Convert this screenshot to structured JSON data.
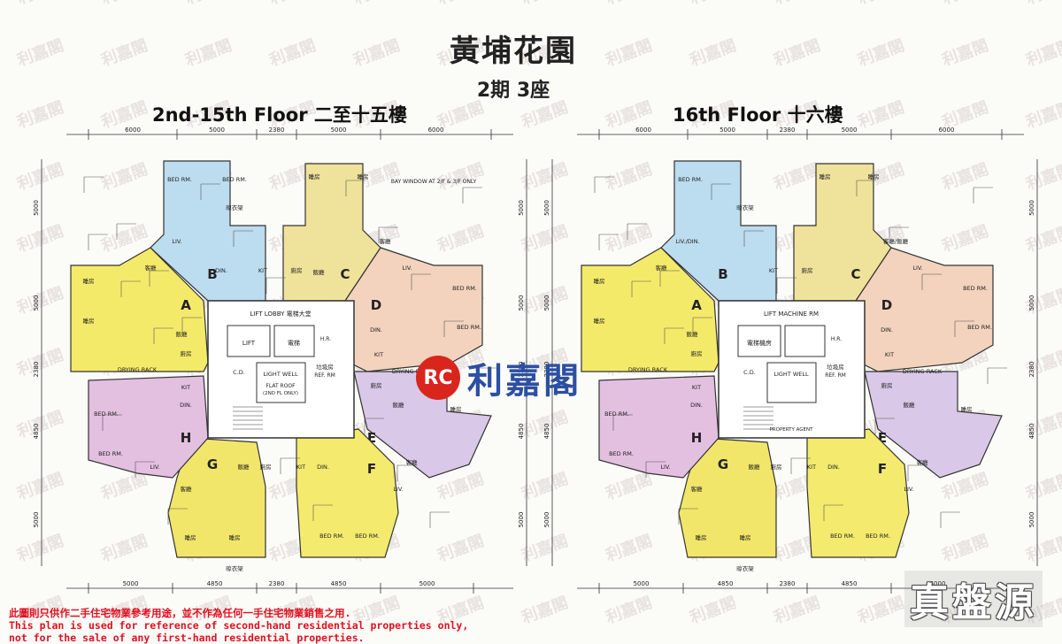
{
  "watermark": "利嘉閣",
  "title": "黃埔花園",
  "subtitle": "2期  3座",
  "plans": [
    {
      "heading": "2nd-15th Floor  二至十五樓",
      "top_dims": [
        "6000",
        "5000",
        "2380",
        "5000",
        "6000"
      ],
      "bottom_dims": [
        "5000",
        "4850",
        "2380",
        "4850",
        "5000"
      ],
      "side_dims": [
        "5000",
        "5000",
        "2380",
        "4850",
        "5000"
      ],
      "core": {
        "lobby": "LIFT LOBBY  電梯大堂",
        "lift1": "LIFT",
        "lift2": "電梯",
        "hr": "H.R.",
        "light_well": "LIGHT WELL",
        "flat_roof": "FLAT ROOF",
        "flat_roof_note": "(2ND FL ONLY)",
        "cd": "C.D.",
        "refuse": "垃圾房",
        "ref_rm": "REF. RM"
      },
      "notes": {
        "bay_window": "BAY WINDOW AT 2/F & 3/F ONLY",
        "hanger_top": "晾衣架",
        "hanger_bottom": "晾衣架"
      },
      "flats": [
        {
          "letter": "A",
          "rooms": [
            "睡房",
            "睡房",
            "客廳",
            "飯廳",
            "廚房",
            "DRYING RACK"
          ]
        },
        {
          "letter": "B",
          "rooms": [
            "BED RM.",
            "BED RM.",
            "LIV.",
            "DIN.",
            "KIT"
          ]
        },
        {
          "letter": "C",
          "rooms": [
            "睡房",
            "睡房",
            "客廳",
            "飯廳",
            "廚房"
          ]
        },
        {
          "letter": "D",
          "rooms": [
            "BED RM.",
            "BED RM.",
            "LIV.",
            "DIN.",
            "KIT"
          ]
        },
        {
          "letter": "E",
          "rooms": [
            "睡房",
            "客廳",
            "飯廳",
            "廚房",
            "DRYING RACK"
          ]
        },
        {
          "letter": "F",
          "rooms": [
            "BED RM.",
            "BED RM.",
            "LIV.",
            "DIN.",
            "KIT"
          ]
        },
        {
          "letter": "G",
          "rooms": [
            "睡房",
            "睡房",
            "客廳",
            "飯廳",
            "廚房"
          ]
        },
        {
          "letter": "H",
          "rooms": [
            "BED RM.",
            "BED RM.",
            "LIV.",
            "DIN.",
            "KIT"
          ]
        }
      ]
    },
    {
      "heading": "16th Floor  十六樓",
      "top_dims": [
        "6000",
        "5000",
        "2380",
        "5000",
        "6000"
      ],
      "bottom_dims": [
        "5000",
        "4850",
        "2380",
        "4850",
        "5000"
      ],
      "side_dims": [
        "5000",
        "5000",
        "2380",
        "4850",
        "5000"
      ],
      "core": {
        "lobby": "LIFT MACHINE RM",
        "lift1": "電梯機房",
        "lift2": "",
        "hr": "H.R.",
        "light_well": "LIGHT WELL",
        "flat_roof": "",
        "flat_roof_note": "",
        "cd": "C.D.",
        "refuse": "垃圾房",
        "ref_rm": "REF. RM",
        "property": "PROPERTY AGENT"
      },
      "notes": {
        "bay_window": "",
        "hanger_top": "晾衣架",
        "hanger_bottom": "晾衣架"
      },
      "flats": [
        {
          "letter": "A",
          "rooms": [
            "睡房",
            "睡房",
            "客廳",
            "飯廳",
            "廚房",
            "DRYING RACK"
          ]
        },
        {
          "letter": "B",
          "rooms": [
            "BED RM.",
            "",
            "LIV./DIN.",
            "",
            "KIT"
          ]
        },
        {
          "letter": "C",
          "rooms": [
            "睡房",
            "睡房",
            "客廳/飯廳",
            "",
            "廚房"
          ]
        },
        {
          "letter": "D",
          "rooms": [
            "BED RM.",
            "BED RM.",
            "LIV.",
            "DIN.",
            "KIT"
          ]
        },
        {
          "letter": "E",
          "rooms": [
            "睡房",
            "客廳",
            "飯廳",
            "廚房",
            "DRYING RACK"
          ]
        },
        {
          "letter": "F",
          "rooms": [
            "BED RM.",
            "BED RM.",
            "LIV.",
            "DIN.",
            "KIT"
          ]
        },
        {
          "letter": "G",
          "rooms": [
            "睡房",
            "睡房",
            "客廳",
            "飯廳",
            "廚房"
          ]
        },
        {
          "letter": "H",
          "rooms": [
            "BED RM.",
            "BED RM.",
            "LIV.",
            "DIN.",
            "KIT"
          ]
        }
      ]
    }
  ],
  "agency_logo": {
    "mark": "RC",
    "name": "利嘉閣"
  },
  "brand": "真盤源",
  "disclaimer": {
    "line1": "此圖則只供作二手住宅物業參考用途，並不作為任何一手住宅物業銷售之用.",
    "line2": "This plan is used for reference of second-hand residential properties only,",
    "line3": " not for the sale of any first-hand residential properties."
  },
  "colors": {
    "A": "#f4ea6a",
    "B": "#bcdcef",
    "C": "#efe29a",
    "D": "#f3d3bd",
    "E": "#d9c8e8",
    "F": "#f3ea6e",
    "G": "#f2e66a",
    "H": "#e3bfe0",
    "line": "#333333",
    "red": "#e01020",
    "blue": "#2c4fa3"
  }
}
